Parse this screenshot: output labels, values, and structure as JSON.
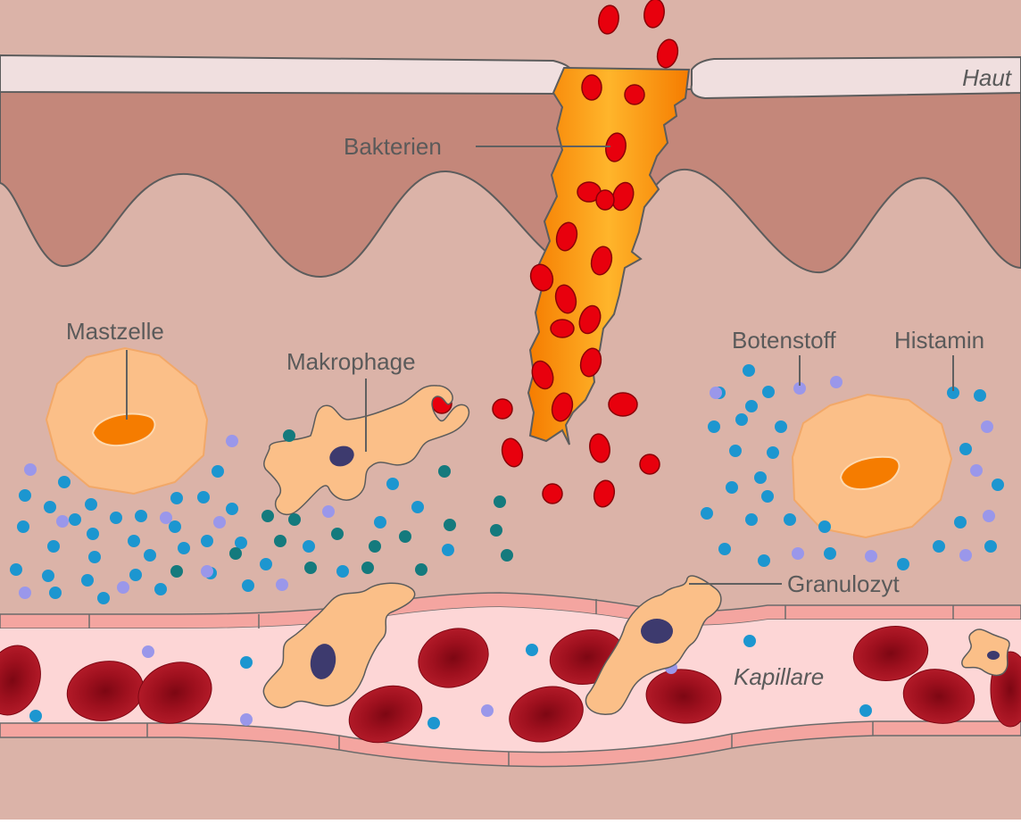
{
  "labels": {
    "skin": "Haut",
    "bacteria": "Bakterien",
    "mast_cell": "Mastzelle",
    "macrophage": "Makrophage",
    "messenger": "Botenstoff",
    "histamine": "Histamin",
    "granulocyte": "Granulozyt",
    "capillary": "Kapillare"
  },
  "colors": {
    "background_tissue": "#dbb3a8",
    "dermis": "#c4877a",
    "epidermis": "#f0dfdf",
    "wound_orange": "#f7a21b",
    "bacteria_red": "#e8000d",
    "cell_fill": "#fbbf88",
    "cell_nucleus_orange": "#f57c00",
    "nucleus_dark": "#3d3a6e",
    "dot_blue": "#1c96d0",
    "dot_teal": "#147a7d",
    "dot_lavender": "#9a97ea",
    "capillary_lumen": "#fdd6d6",
    "capillary_wall": "#f4a5a0",
    "red_blood_cell": "#a3111f"
  }
}
